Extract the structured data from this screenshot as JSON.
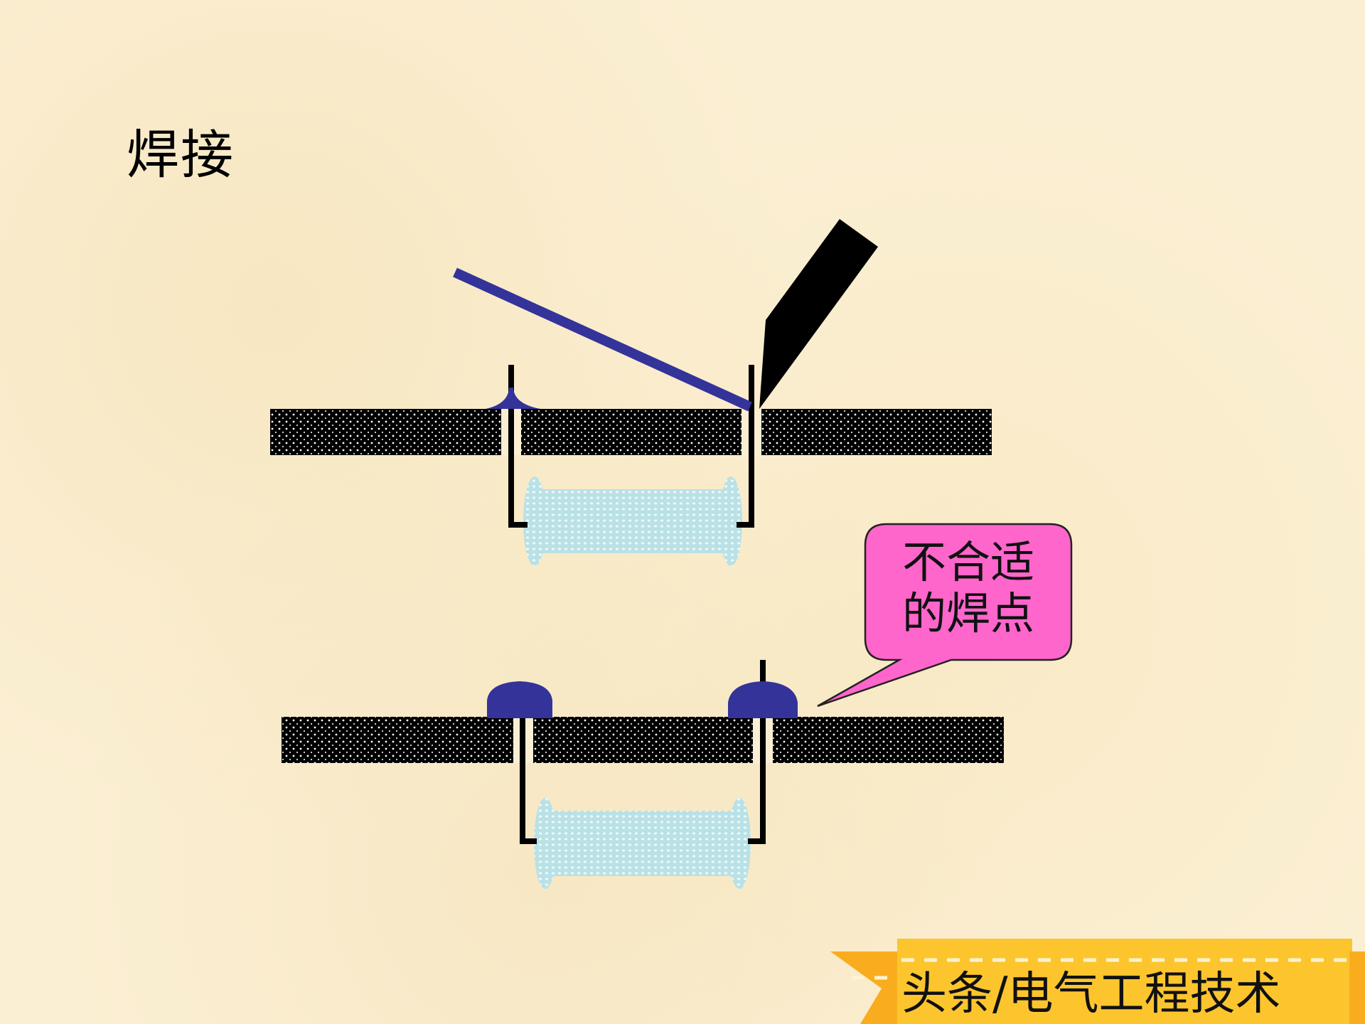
{
  "slide": {
    "title": "焊接",
    "background_color": "#fbefd3"
  },
  "diagram": {
    "top_panel": {
      "description": "Soldering iron and solder wire applied at right lead; left lead shows proper concave solder fillet",
      "parts": [
        "pcb-board",
        "left-lead",
        "right-lead",
        "resistor-body",
        "solder-fillet",
        "solder-wire",
        "soldering-iron-tip"
      ]
    },
    "bottom_panel": {
      "description": "Two dome-shaped blob solder joints on PCB",
      "parts": [
        "pcb-board",
        "left-lead",
        "right-lead",
        "resistor-body",
        "solder-blob-left",
        "solder-blob-right"
      ]
    },
    "callout": {
      "line1": "不合适",
      "line2": "的焊点",
      "fill_color": "#ff66cc"
    },
    "colors": {
      "board": "#000000",
      "solder": "#33339a",
      "resistor": "#b8e0e6",
      "iron": "#000000"
    }
  },
  "watermark": {
    "text": "头条/电气工程技术",
    "banner_color": "#fcc52e",
    "ribbon_color": "#f9ad1e"
  }
}
